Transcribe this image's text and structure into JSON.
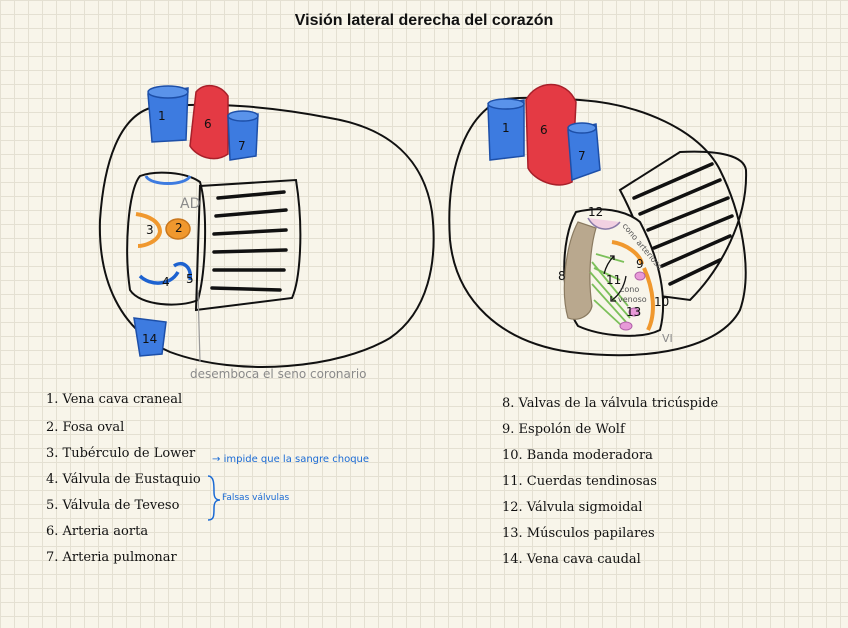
{
  "title": "Visión lateral derecha del corazón",
  "diagram_left": {
    "labels": {
      "n1": "1",
      "n6": "6",
      "n7": "7",
      "n2": "2",
      "n3": "3",
      "n4": "4",
      "n5": "5",
      "n14": "14",
      "ad": "AD",
      "caption": "desemboca el seno coronario"
    }
  },
  "diagram_right": {
    "labels": {
      "n1": "1",
      "n6": "6",
      "n7": "7",
      "n8": "8",
      "n9": "9",
      "n10": "10",
      "n11": "11",
      "n12": "12",
      "n13": "13",
      "cono_arterioso": "cono arterioso",
      "cono_venoso_1": "cono",
      "cono_venoso_2": "venoso",
      "vi": "VI"
    }
  },
  "legend_left": [
    "1.  Vena cava craneal",
    "2.  Fosa oval",
    "3.  Tubérculo de Lower",
    "4.  Válvula de Eustaquio",
    "5.  Válvula de Teveso",
    "6.  Arteria aorta",
    "7.  Arteria pulmonar"
  ],
  "legend_right": [
    "8.  Valvas de la válvula tricúspide",
    "9.  Espolón de Wolf",
    "10.  Banda moderadora",
    "11.  Cuerdas tendinosas",
    "12.  Válvula sigmoidal",
    "13.  Músculos papilares",
    "14.  Vena cava caudal"
  ],
  "notes": {
    "lower_note": "impide que la sangre choque",
    "lower_arrow": "→",
    "falsas": "Falsas válvulas"
  },
  "colors": {
    "vein_blue": "#3d7be0",
    "artery_red": "#e43a44",
    "orange": "#f0982e",
    "note_blue": "#1a6ad4",
    "valve_tan": "#b9a88e",
    "chordae_green": "#7cc05a",
    "pink": "#e89ad8"
  }
}
